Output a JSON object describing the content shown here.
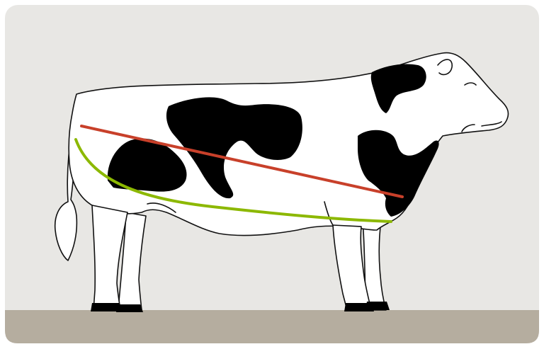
{
  "diagram": {
    "subject": "holstein-cow-side-view",
    "colors": {
      "frame": "#ffffff",
      "panel": "#e8e7e4",
      "ground": "#b5ad9f",
      "cow_body": "#ffffff",
      "cow_outline": "#111111",
      "spots": "#000000",
      "red_line": "#c8402a",
      "green_curve": "#8cb800"
    },
    "lines": [
      {
        "id": "red-diagonal-line",
        "color_key": "red_line"
      },
      {
        "id": "green-curve-line",
        "color_key": "green_curve"
      }
    ]
  }
}
